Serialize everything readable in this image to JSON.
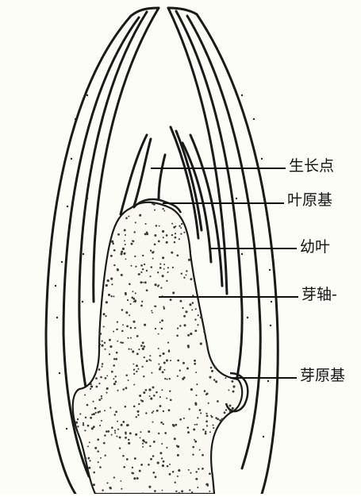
{
  "labels": {
    "apex": "生长点",
    "leaf_primordium": "叶原基",
    "young_leaf": "幼叶",
    "bud_axis": "芽轴-",
    "bud_primordium": "芽原基"
  }
}
